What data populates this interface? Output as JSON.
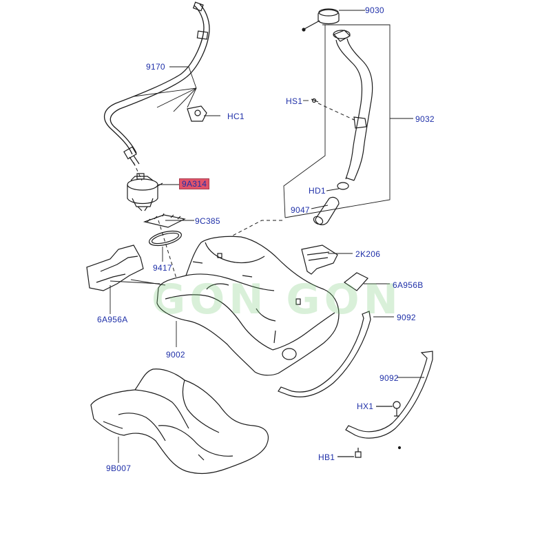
{
  "diagram": {
    "watermark": "GON GON",
    "highlight_color": "#e0536a",
    "label_color": "#1e2fa8",
    "labels": {
      "p9030": "9030",
      "p9170": "9170",
      "hs1": "HS1",
      "hc1": "HC1",
      "p9032": "9032",
      "p9a314": "9A314",
      "hd1": "HD1",
      "p9047": "9047",
      "p9c385": "9C385",
      "p2k206": "2K206",
      "p9417": "9417",
      "p6a956b": "6A956B",
      "p9092a": "9092",
      "p6a956a": "6A956A",
      "p9002": "9002",
      "p9092b": "9092",
      "hx1": "HX1",
      "p9b007": "9B007",
      "hb1": "HB1"
    }
  }
}
